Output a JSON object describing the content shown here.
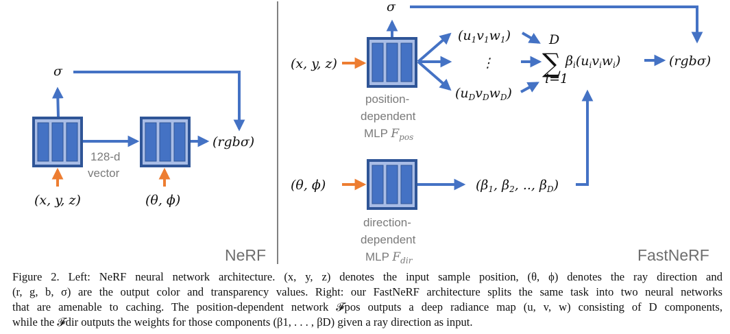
{
  "colors": {
    "blue_arrow": "#4472c4",
    "orange_arrow": "#ed7d31",
    "mlp_outer": "#2f5597",
    "mlp_inner": "#a9bde6",
    "mlp_bar": "#4472c4",
    "divider": "#808080",
    "gray_text": "#7a7a7a"
  },
  "nerf": {
    "title": "NeRF",
    "sigma_label": "σ",
    "input_position": "(x, y, z)",
    "input_direction": "(θ, ϕ)",
    "output": "(rgbσ)",
    "vector_label_line1": "128-d",
    "vector_label_line2": "vector"
  },
  "fastnerf": {
    "title": "FastNeRF",
    "sigma_label": "σ",
    "input_position": "(x, y, z)",
    "input_direction": "(θ, ϕ)",
    "uvw_first": "(u₁v₁w₁)",
    "uvw_ellipsis": "⋮",
    "uvw_last": "(u_D v_D w_D)",
    "sum_upper": "D",
    "sum_symbol": "∑",
    "sum_lower": "i=1",
    "sum_term": "βᵢ(uᵢvᵢwᵢ)",
    "output": "(rgbσ)",
    "betas": "(β₁, β₂, .., β_D)",
    "pos_mlp_label": [
      "position-",
      "dependent",
      "MLP F_pos"
    ],
    "dir_mlp_label": [
      "direction-",
      "dependent",
      "MLP F_dir"
    ]
  },
  "caption": {
    "lines": [
      "Figure 2. Left: NeRF neural network architecture. (x, y, z) denotes the input sample position, (θ, ϕ) denotes the ray direction and",
      "(r, g, b, σ) are the output color and transparency values. Right: our FastNeRF architecture splits the same task into two neural networks",
      "that are amenable to caching. The position-dependent network 𝓕pos outputs a deep radiance map (u, v, w) consisting of D components,",
      "while the 𝓕dir outputs the weights for those components (β1, . . . , βD) given a ray direction as input."
    ]
  }
}
